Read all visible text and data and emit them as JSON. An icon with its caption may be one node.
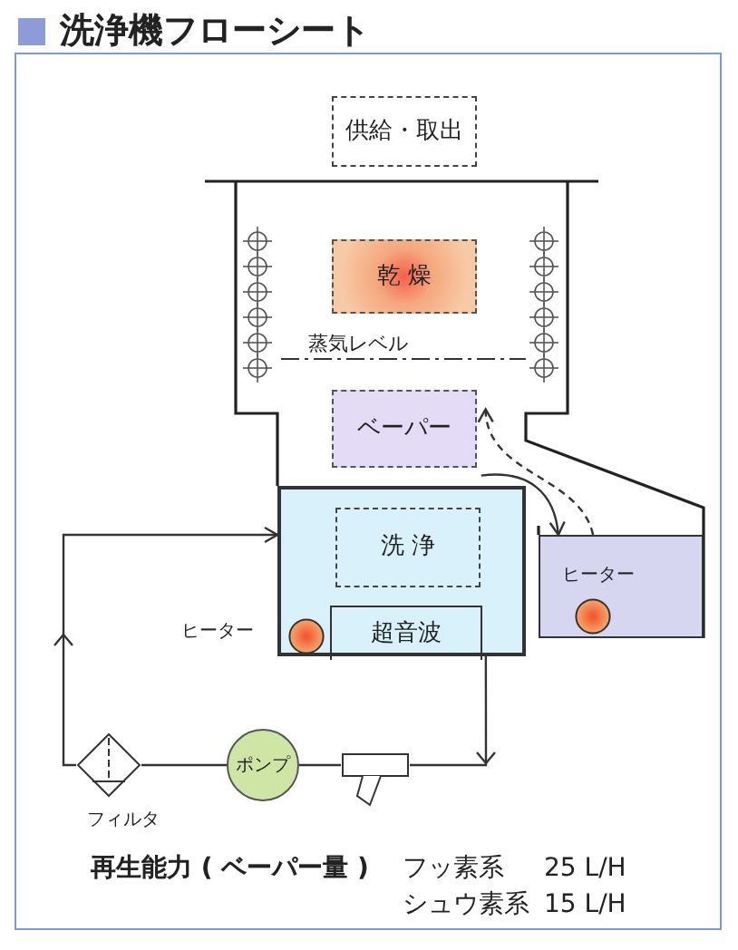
{
  "diagram": {
    "title": "洗浄機フローシート",
    "nodes": [
      {
        "text": [
          "供給・取出"
        ]
      },
      {
        "text": [
          "乾 燥"
        ]
      },
      {
        "text": [
          "ベーパー"
        ]
      },
      {
        "text": [],
        "shape": "box"
      },
      {
        "text": [
          "洗 浄"
        ],
        "in": 3
      },
      {
        "text": [
          "超音波"
        ],
        "in": 3
      },
      {
        "text": [],
        "shape": "circle",
        "in": 3,
        "beside": [
          "ヒーター"
        ]
      },
      {
        "text": [],
        "shape": "box"
      },
      {
        "text": [],
        "shape": "circle",
        "in": 7,
        "beside": [
          "ヒーター"
        ]
      },
      {
        "text": [],
        "shape": "diamond",
        "beside": [
          "フィルタ"
        ]
      },
      {
        "text": [
          "ポンプ"
        ]
      },
      {
        "text": [],
        "shape": "valve"
      }
    ],
    "edges": [
      {
        "from": 3,
        "to": 11,
        "arrow": "to"
      },
      {
        "from": 11,
        "to": 10,
        "arrow": "none"
      },
      {
        "from": 10,
        "to": 9,
        "arrow": "none"
      },
      {
        "from": 9,
        "to": 3,
        "arrow": "to"
      },
      {
        "from": 7,
        "to": 2,
        "arrow": "to",
        "style": "dashed"
      },
      {
        "from": 2,
        "to": 7,
        "arrow": "to"
      }
    ],
    "labels": [
      "蒸気レベル",
      "再生能力 ( ベーパー量 )",
      "フッ素系",
      "25 L/H",
      "シュウ素系",
      "15 L/H"
    ]
  }
}
